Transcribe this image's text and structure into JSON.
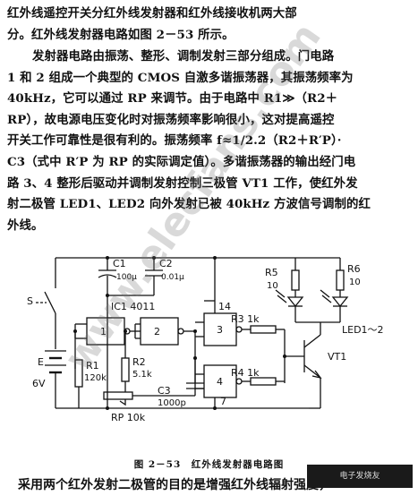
{
  "paragraph1": [
    "红外线遥控开关分红外线发射器和红外线接收机两大部",
    "分。红外线发射器电路如图 2－53 所示。"
  ],
  "paragraph2": [
    "发射器电路由振荡、整形、调制发射三部分组成。门电路",
    "1 和 2 组成一个典型的 CMOS 自激多谐振荡器，其振荡频率为",
    "40kHz，它可以通过 RP 来调节。由于电路中 R1≫（R2＋",
    "RP），故电源电压变化时对振荡频率影响很小，这对提高遥控",
    "开关工作可靠性是很有利的。振荡频率 f≈1/2.2（R2＋R′P）·",
    "C3（式中 R′P 为 RP 的实际调定值）。多谐振荡器的输出经门电",
    "路 3、4 整形后驱动并调制发射控制三极管 VT1 工作，使红外发",
    "射二极管 LED1、LED2 向外发射已被 40kHz 方波信号调制的红",
    "外线。"
  ],
  "diagram_labels": {
    "switch": "S",
    "c1": "C1",
    "c1_value": "100μ",
    "c2": "C2",
    "c2_value": "0.01μ",
    "ic": "IC1 4011",
    "gate1": "1",
    "gate2": "2",
    "gate3": "3",
    "gate4": "4",
    "pin14": "14",
    "pin7": "7",
    "r1": "R1",
    "r1_value": "120k",
    "r2": "R2",
    "r2_value": "5.1k",
    "c3": "C3",
    "c3_value": "1000p",
    "rp": "RP 10k",
    "battery": "E",
    "battery_value": "6V",
    "r3": "R3 1k",
    "r4": "R4 1k",
    "r5": "R5",
    "r5_value": "10",
    "r6": "R6",
    "r6_value": "10",
    "led": "LED1～2",
    "vt1": "VT1"
  },
  "caption": "图 2－53　红外线发射器电路图",
  "last_line": "采用两个红外发射二极管的目的是增强红外线辐射强度，",
  "watermark": "www.elecfans.com",
  "stamp": "电子发烧友"
}
